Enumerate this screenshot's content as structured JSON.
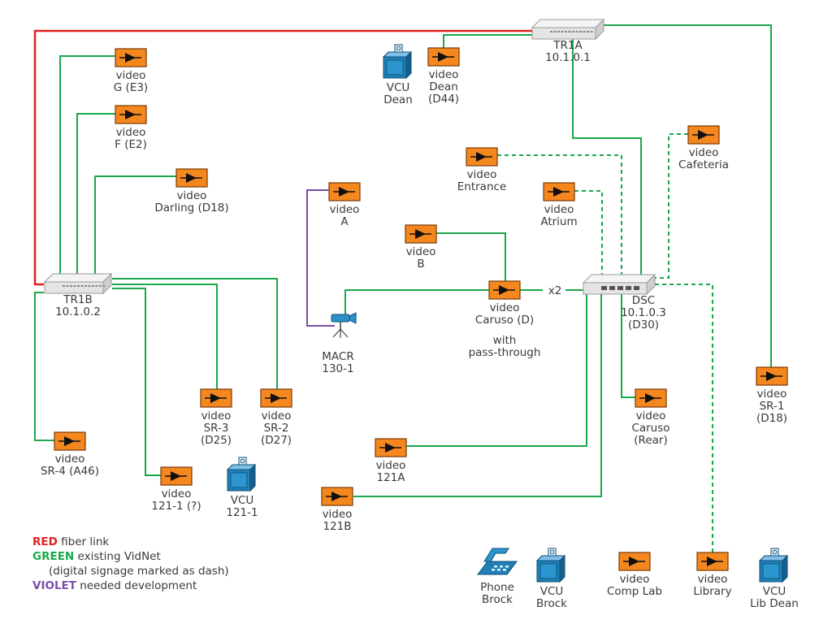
{
  "colors": {
    "fiber": "#e02020",
    "vidnet": "#1aa84a",
    "development": "#7a4ea8",
    "video_box": "#f5871f",
    "vcu": "#1f7fb6",
    "label": "#3a3a3a",
    "pass_through": "#3cb54a"
  },
  "switches": [
    {
      "id": "tr1a",
      "lines": [
        "TR1A",
        "10.1.0.1"
      ]
    },
    {
      "id": "tr1b",
      "lines": [
        "TR1B",
        "10.1.0.2"
      ]
    },
    {
      "id": "dsc",
      "lines": [
        "DSC",
        "10.1.0.3",
        "(D30)"
      ]
    }
  ],
  "video_nodes": [
    {
      "id": "g",
      "lines": [
        "video",
        "G (E3)"
      ]
    },
    {
      "id": "f",
      "lines": [
        "video",
        "F (E2)"
      ]
    },
    {
      "id": "darling",
      "lines": [
        "video",
        "Darling (D18)"
      ]
    },
    {
      "id": "dean",
      "lines": [
        "video",
        "Dean",
        "(D44)"
      ]
    },
    {
      "id": "cafeteria",
      "lines": [
        "video",
        "Cafeteria"
      ]
    },
    {
      "id": "entrance",
      "lines": [
        "video",
        "Entrance"
      ]
    },
    {
      "id": "atrium",
      "lines": [
        "video",
        "Atrium"
      ]
    },
    {
      "id": "a",
      "lines": [
        "video",
        "A"
      ]
    },
    {
      "id": "b",
      "lines": [
        "video",
        "B"
      ]
    },
    {
      "id": "caruso_d",
      "lines": [
        "video",
        "Caruso (D)"
      ]
    },
    {
      "id": "sr3",
      "lines": [
        "video",
        "SR-3",
        "(D25)"
      ]
    },
    {
      "id": "sr2",
      "lines": [
        "video",
        "SR-2",
        "(D27)"
      ]
    },
    {
      "id": "caruso_rear",
      "lines": [
        "video",
        "Caruso",
        "(Rear)"
      ]
    },
    {
      "id": "sr1",
      "lines": [
        "video",
        "SR-1",
        "(D18)"
      ]
    },
    {
      "id": "sr4",
      "lines": [
        "video",
        "SR-4 (A46)"
      ]
    },
    {
      "id": "v121_1",
      "lines": [
        "video",
        "121-1 (?)"
      ]
    },
    {
      "id": "v121a",
      "lines": [
        "video",
        "121A"
      ]
    },
    {
      "id": "v121b",
      "lines": [
        "video",
        "121B"
      ]
    },
    {
      "id": "comp_lab",
      "lines": [
        "video",
        "Comp Lab"
      ]
    },
    {
      "id": "library",
      "lines": [
        "video",
        "Library"
      ]
    }
  ],
  "vcu_nodes": [
    {
      "id": "vcu_dean",
      "lines": [
        "VCU",
        "Dean"
      ]
    },
    {
      "id": "vcu_121_1",
      "lines": [
        "VCU",
        "121-1"
      ]
    },
    {
      "id": "vcu_brock",
      "lines": [
        "VCU",
        "Brock"
      ]
    },
    {
      "id": "vcu_lib_dean",
      "lines": [
        "VCU",
        "Lib Dean"
      ]
    }
  ],
  "camera": {
    "id": "macr",
    "lines": [
      "MACR",
      "130-1"
    ]
  },
  "phone": {
    "id": "phone_brock",
    "lines": [
      "Phone",
      "Brock"
    ]
  },
  "caruso_note": {
    "lines": [
      "with",
      "pass-through"
    ]
  },
  "link_note": "x2",
  "legend": {
    "red_key": "RED",
    "red_text": "fiber link",
    "green_key": "GREEN",
    "green_text": "existing VidNet",
    "green_note": "(digital signage marked as dash)",
    "violet_key": "VIOLET",
    "violet_text": "needed development"
  }
}
